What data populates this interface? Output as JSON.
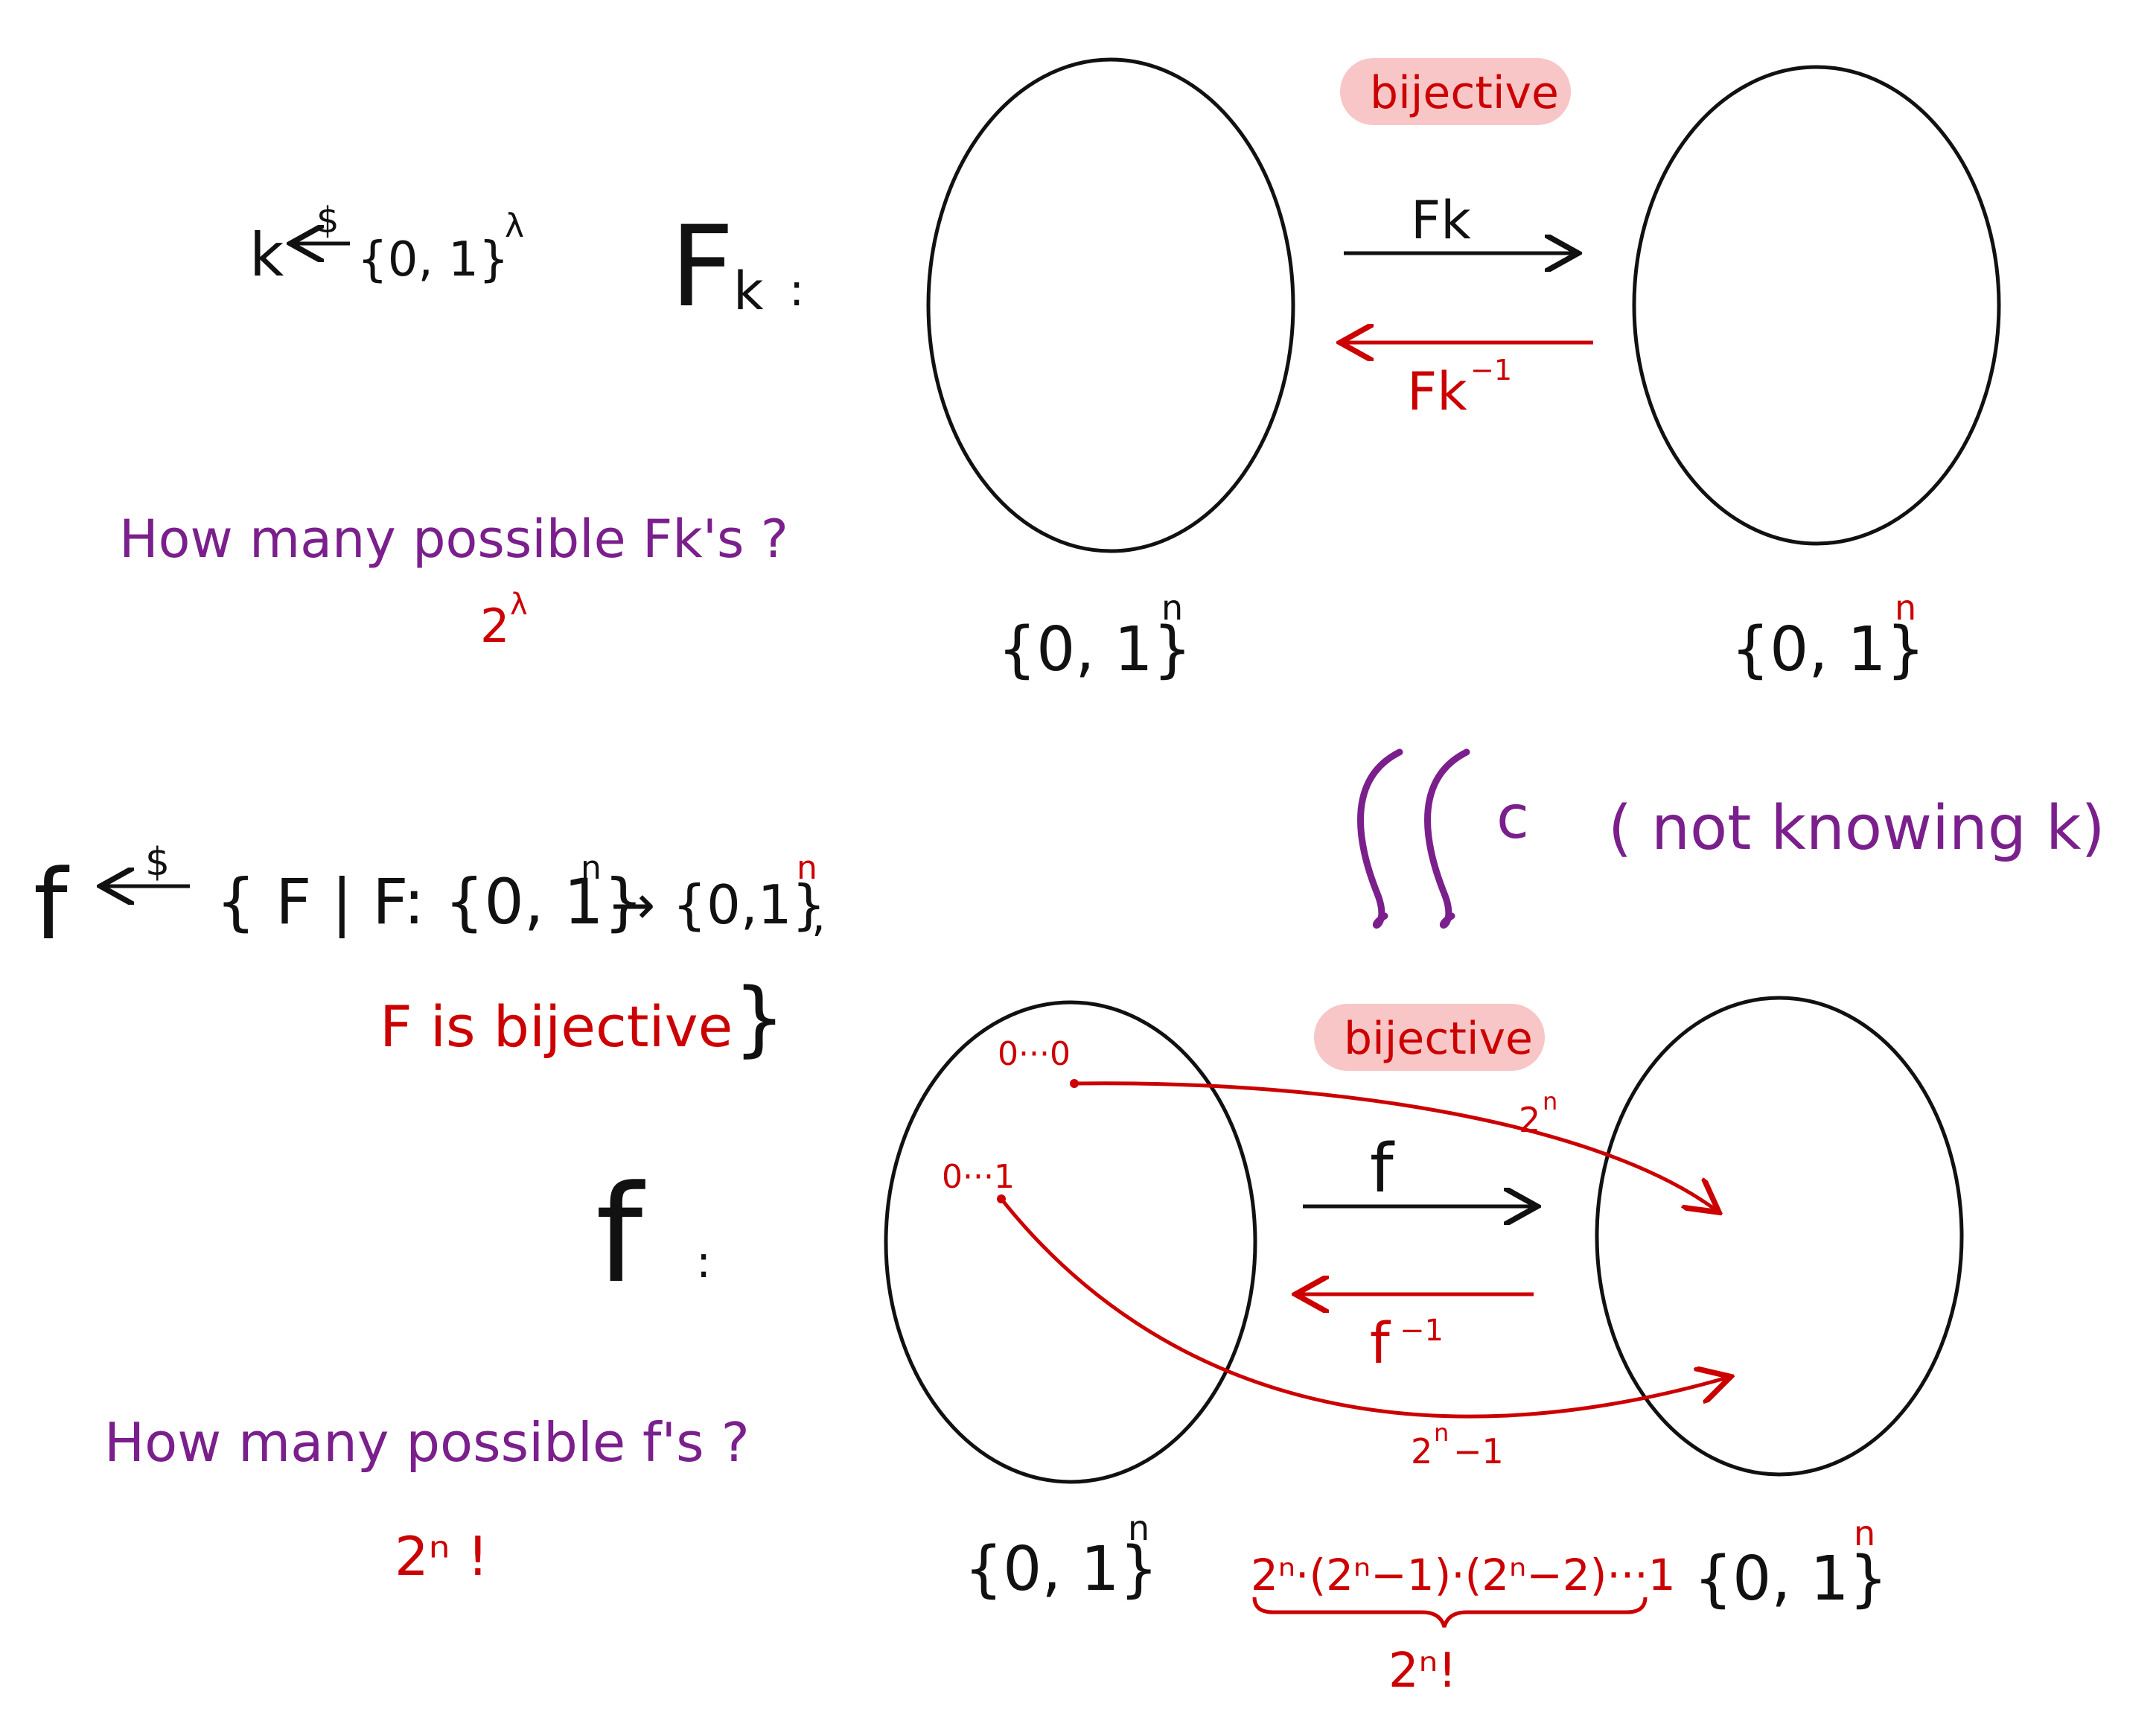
{
  "top": {
    "key_sampling": {
      "k": "k",
      "dollar": "$",
      "space": "{0, 1}",
      "exponent": "λ"
    },
    "function_label": "F",
    "function_subscript": "k",
    "colon": ":",
    "badge": "bijective",
    "forward_label": "Fk",
    "inverse_label": "Fk",
    "inverse_superscript": "−1",
    "domain_set": "{0, 1}",
    "domain_exp": "n",
    "codomain_set": "{0, 1}",
    "codomain_exp": "n",
    "question": "How many possible Fk's ?",
    "answer_base": "2",
    "answer_exp": "λ"
  },
  "middle": {
    "symbol_c": "c",
    "note": "( not knowing k)"
  },
  "bottom": {
    "sampling_f": "f",
    "sampling_dollar": "$",
    "set_def": "{ F | F: {0, 1}",
    "set_def_exp": "n",
    "set_arrow": "→ {0,1}",
    "set_codomain_exp": "n",
    "set_comma": ",",
    "condition": "F is bijective",
    "closing_brace": "}",
    "function_label": "f",
    "colon": ":",
    "badge": "bijective",
    "point_a": "0···0",
    "point_b": "0···1",
    "count_a_base": "2",
    "count_a_exp": "n",
    "count_b_base": "2",
    "count_b_exp": "n",
    "count_b_tail": "−1",
    "forward_label": "f",
    "inverse_label": "f",
    "inverse_superscript": "−1",
    "domain_set": "{0, 1}",
    "domain_exp": "n",
    "codomain_set": "{0, 1}",
    "codomain_exp": "n",
    "product": "2ⁿ·(2ⁿ−1)·(2ⁿ−2)···1",
    "product_total": "2ⁿ!",
    "question": "How many possible f's ?",
    "answer": "2ⁿ !"
  },
  "colors": {
    "ink": "#111111",
    "red": "#cc0000",
    "purple": "#7a1f8c",
    "badge_fill": "#f8c6c6"
  }
}
